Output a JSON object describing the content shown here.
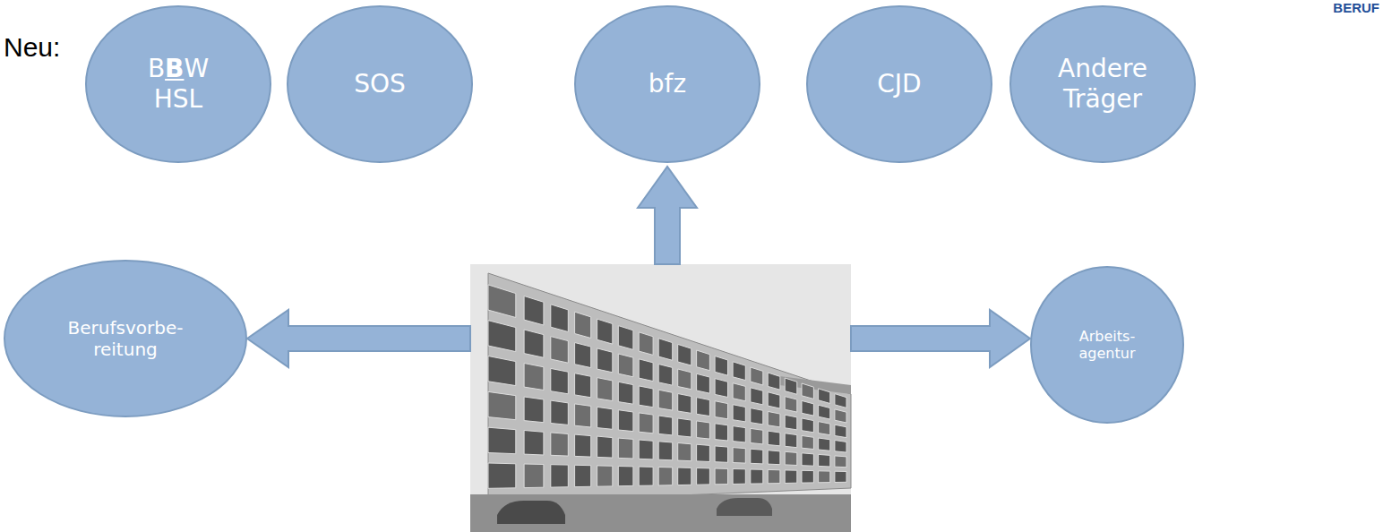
{
  "diagram": {
    "nodes": [
      {
        "text": [
          "BBW HSL"
        ]
      },
      {
        "text": [
          "SOS"
        ]
      },
      {
        "text": [
          "bfz"
        ]
      },
      {
        "text": [
          "CJD"
        ]
      },
      {
        "text": [
          "Andere Träger"
        ]
      },
      {
        "text": [
          "Berufsvorbe- reitung"
        ]
      },
      {
        "text": [
          "Arbeits- agentur"
        ]
      }
    ],
    "labels": [
      "Neu:",
      "BERUF"
    ]
  }
}
